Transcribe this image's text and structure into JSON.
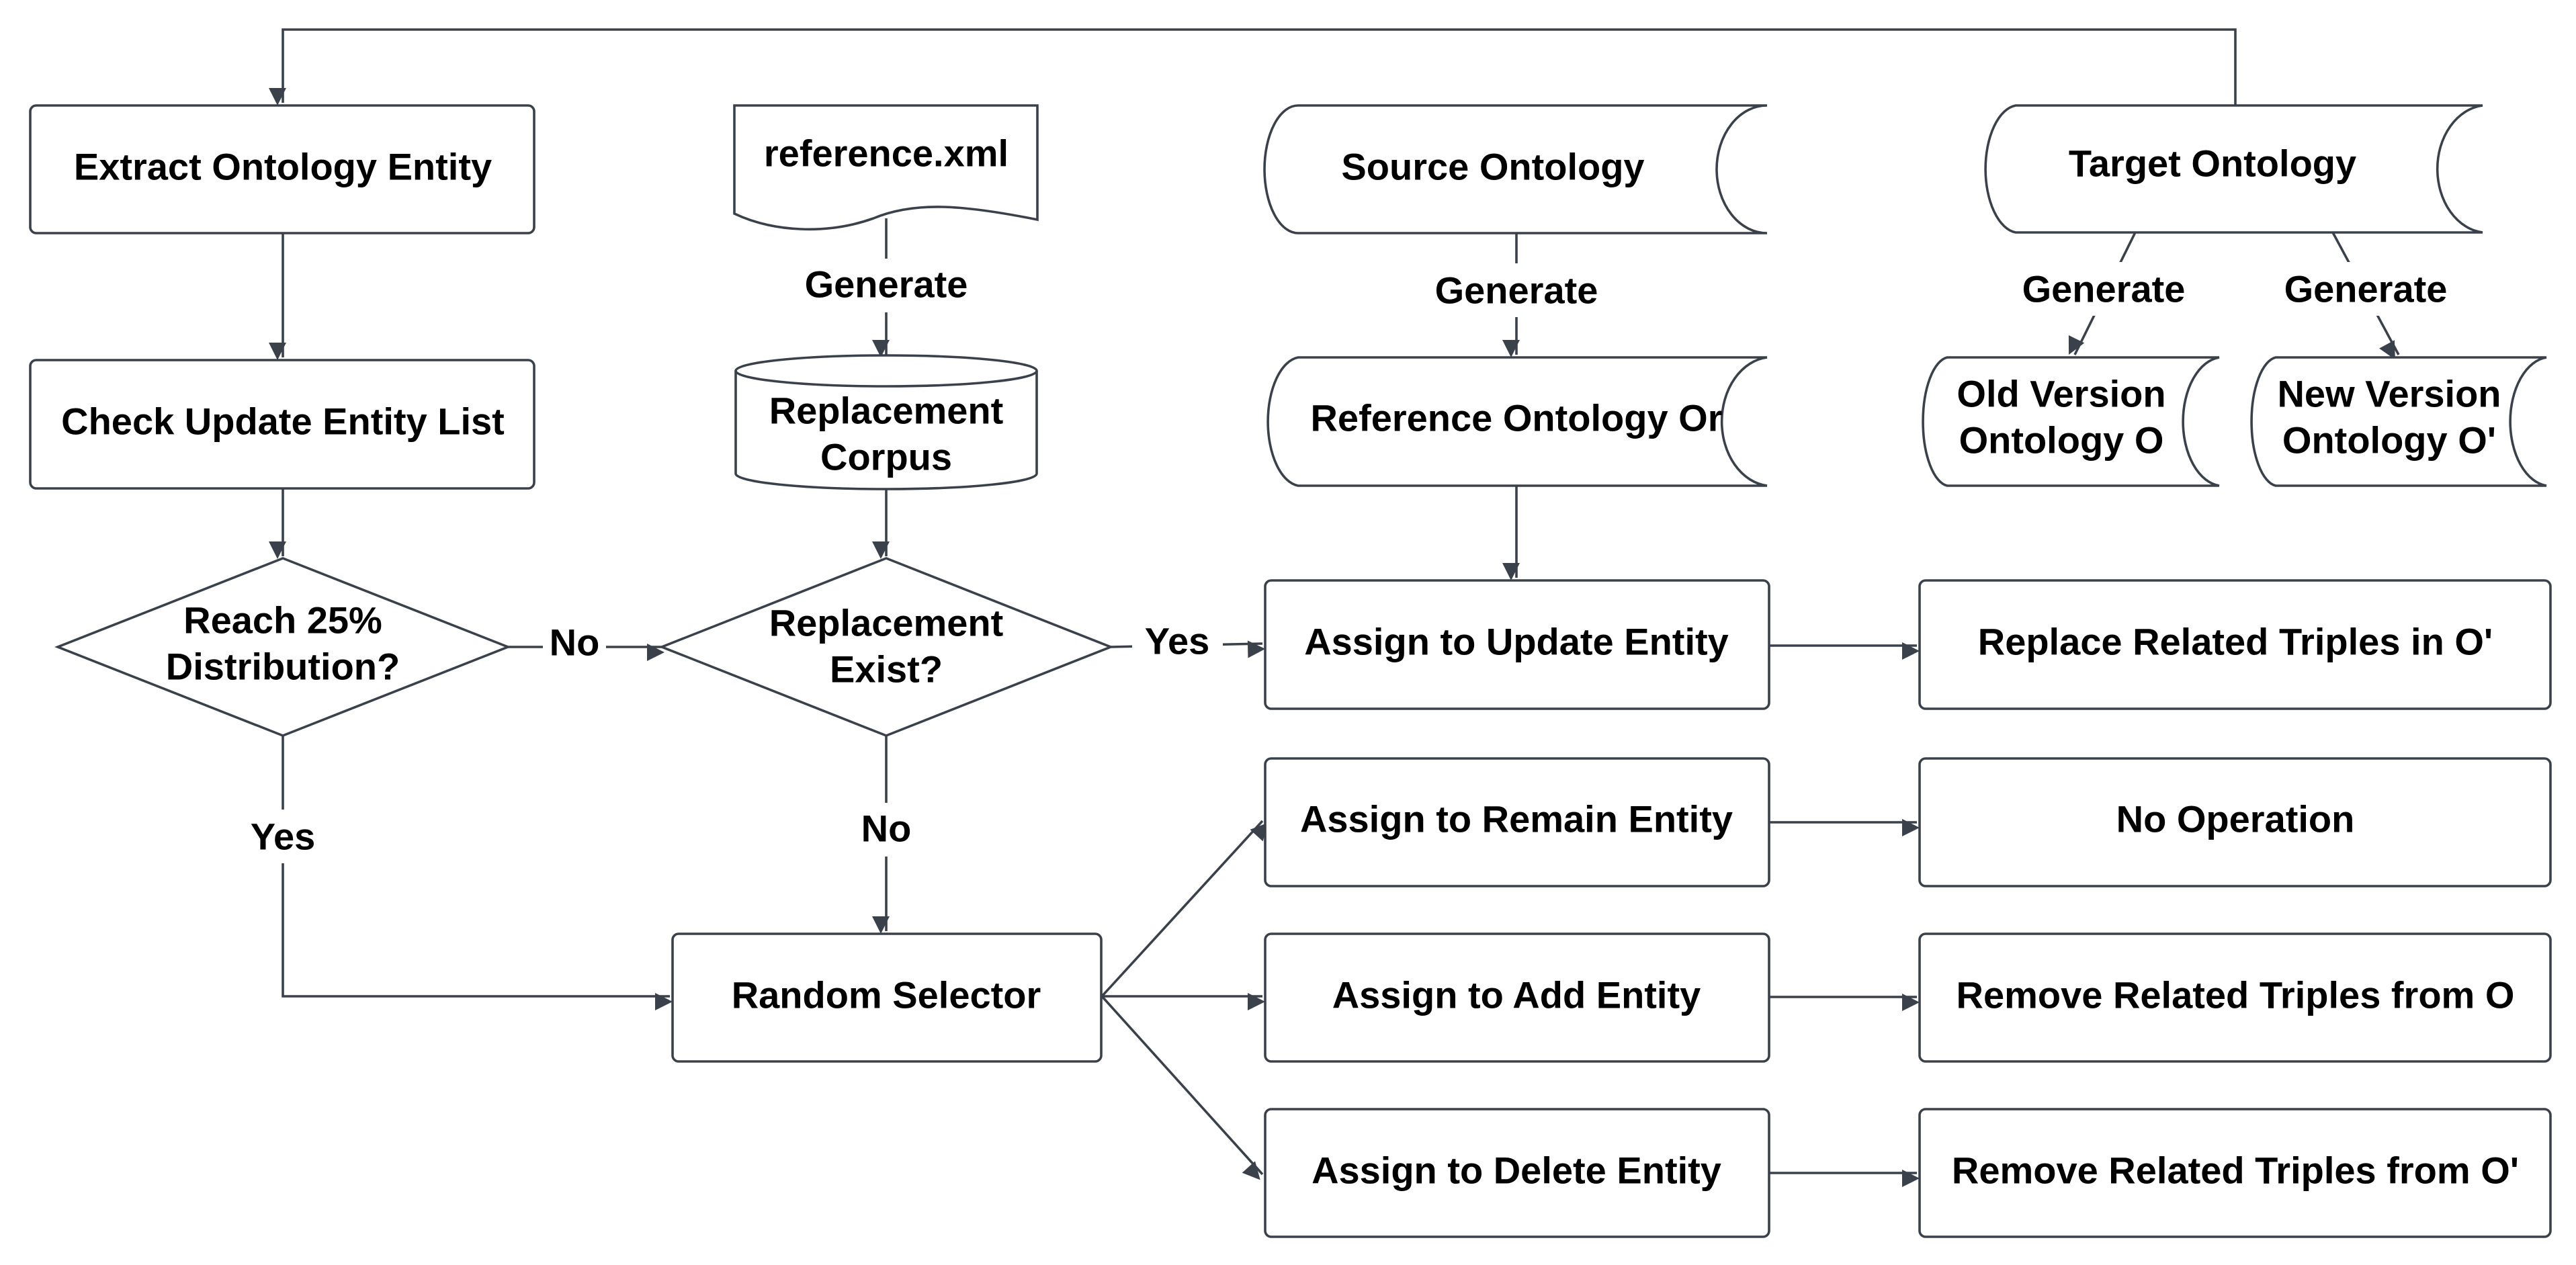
{
  "nodes": {
    "extract_entity": "Extract Ontology Entity",
    "check_list": "Check Update Entity List",
    "reach_dist": [
      "Reach 25%",
      "Distribution?"
    ],
    "reference_xml": "reference.xml",
    "replacement_corpus": [
      "Replacement",
      "Corpus"
    ],
    "replacement_exist": [
      "Replacement",
      "Exist?"
    ],
    "random_selector": "Random Selector",
    "source_ontology": "Source Ontology",
    "reference_ontology": "Reference Ontology Or",
    "target_ontology": "Target Ontology",
    "old_version": [
      "Old Version",
      "Ontology O"
    ],
    "new_version": [
      "New Version",
      "Ontology O'"
    ],
    "assign_update": "Assign to Update Entity",
    "assign_remain": "Assign to Remain Entity",
    "assign_add": "Assign to Add Entity",
    "assign_delete": "Assign to Delete Entity",
    "replace_triples": "Replace Related Triples in O'",
    "no_operation": "No Operation",
    "remove_from_o": "Remove Related Triples from O",
    "remove_from_o_prime": "Remove Related Triples from O'"
  },
  "edge_labels": {
    "generate_xml": "Generate",
    "generate_source": "Generate",
    "generate_old": "Generate",
    "generate_new": "Generate",
    "reach_no": "No",
    "reach_yes": "Yes",
    "exist_yes": "Yes",
    "exist_no": "No"
  },
  "colors": {
    "stroke": "#3a414a",
    "fill": "#ffffff",
    "text": "#000000"
  }
}
